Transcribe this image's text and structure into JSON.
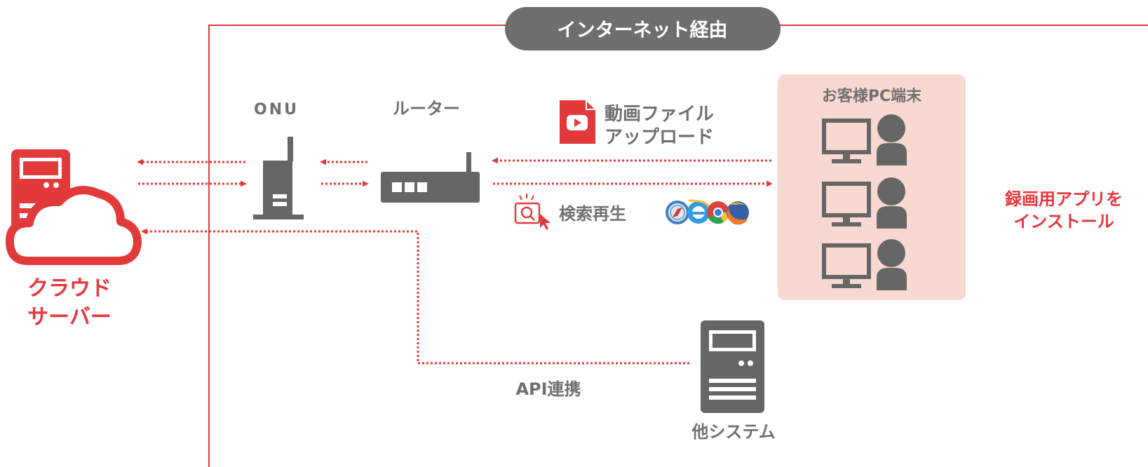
{
  "banner": {
    "label": "インターネット経由"
  },
  "nodes": {
    "cloud_server": {
      "label_line1": "クラウド",
      "label_line2": "サーバー"
    },
    "onu": {
      "label": "ONU"
    },
    "router": {
      "label": "ルーター"
    },
    "customer_pc": {
      "title": "お客様PC端末"
    },
    "other_system": {
      "label": "他システム"
    }
  },
  "annotations": {
    "upload_line1": "動画ファイル",
    "upload_line2": "アップロード",
    "search_playback": "検索再生",
    "install_line1": "録画用アプリを",
    "install_line2": "インストール",
    "api": "API連携"
  },
  "browsers": [
    "safari-icon",
    "ie-icon",
    "chrome-icon",
    "firefox-icon"
  ],
  "colors": {
    "accent_red": "#e8373e",
    "icon_gray": "#666666",
    "banner_gray": "#6e6e6e",
    "pc_panel_bg": "#f8d9d2"
  }
}
